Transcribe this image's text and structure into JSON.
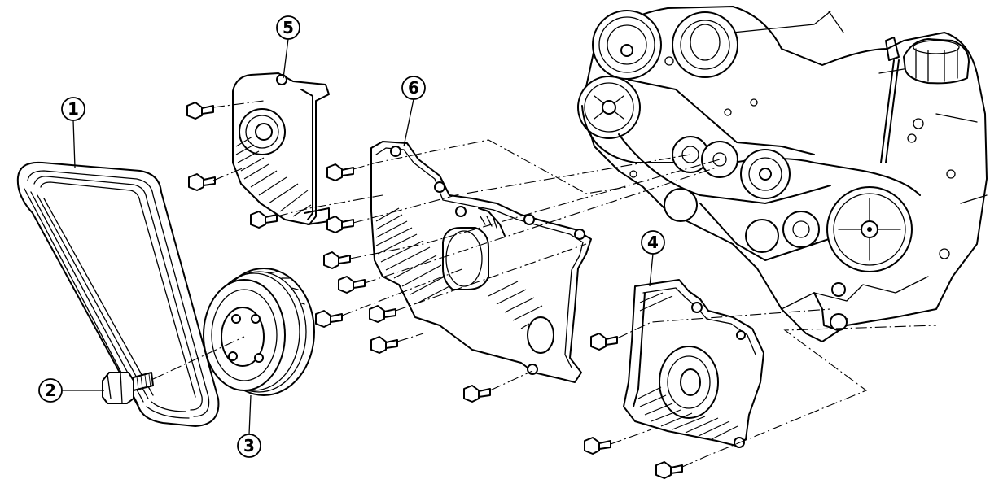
{
  "callouts": [
    {
      "id": "belt",
      "label": "1"
    },
    {
      "id": "bolt",
      "label": "2"
    },
    {
      "id": "crank-pulley",
      "label": "3"
    },
    {
      "id": "front-cover",
      "label": "4"
    },
    {
      "id": "belt-cover-upper",
      "label": "5"
    },
    {
      "id": "belt-cover-rear",
      "label": "6"
    }
  ]
}
